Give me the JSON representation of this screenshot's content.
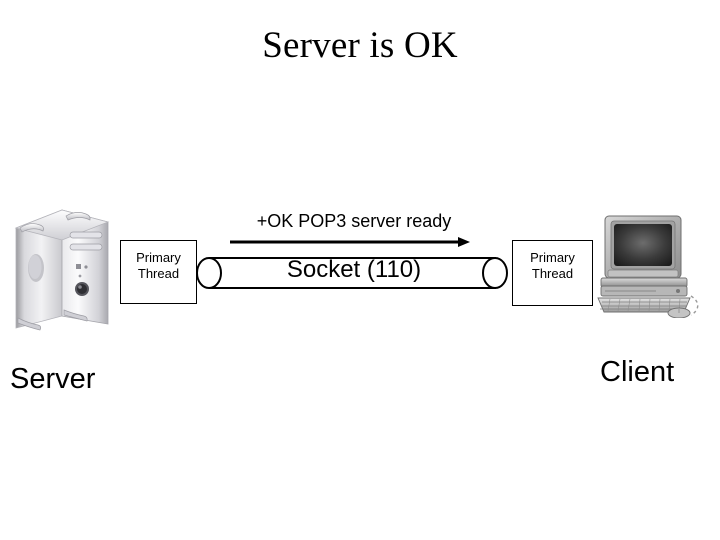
{
  "slide": {
    "title": "Server is OK",
    "background_color": "#ffffff",
    "text_color": "#000000"
  },
  "server_side": {
    "role_label": "Server",
    "device_icon": "server-tower-icon",
    "thread_box": {
      "line1": "Primary",
      "line2": "Thread"
    }
  },
  "client_side": {
    "role_label": "Client",
    "device_icon": "desktop-computer-icon",
    "thread_box": {
      "line1": "Primary",
      "line2": "Thread"
    }
  },
  "connection": {
    "socket_label": "Socket (110)",
    "message": "+OK POP3 server ready",
    "arrow_direction": "right",
    "arrow_icon": "arrow-right-icon",
    "pipe_icon": "socket-pipe-icon"
  }
}
